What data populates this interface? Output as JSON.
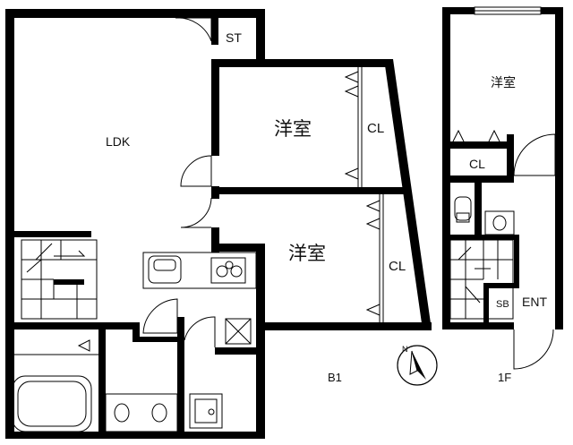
{
  "plan": {
    "floor_b1": {
      "label": "B1",
      "rooms": {
        "ldk": "LDK",
        "storage": "ST",
        "western_room_1": "洋室",
        "closet_1": "CL",
        "western_room_2": "洋室",
        "closet_2": "CL"
      }
    },
    "floor_1f": {
      "label": "1F",
      "rooms": {
        "western_room": "洋室",
        "closet": "CL",
        "shoe_box": "SB",
        "entrance": "ENT"
      }
    },
    "compass": {
      "north_label": "N",
      "icon": "north-arrow-icon"
    },
    "colors": {
      "wall": "#000000",
      "background": "#ffffff"
    }
  }
}
